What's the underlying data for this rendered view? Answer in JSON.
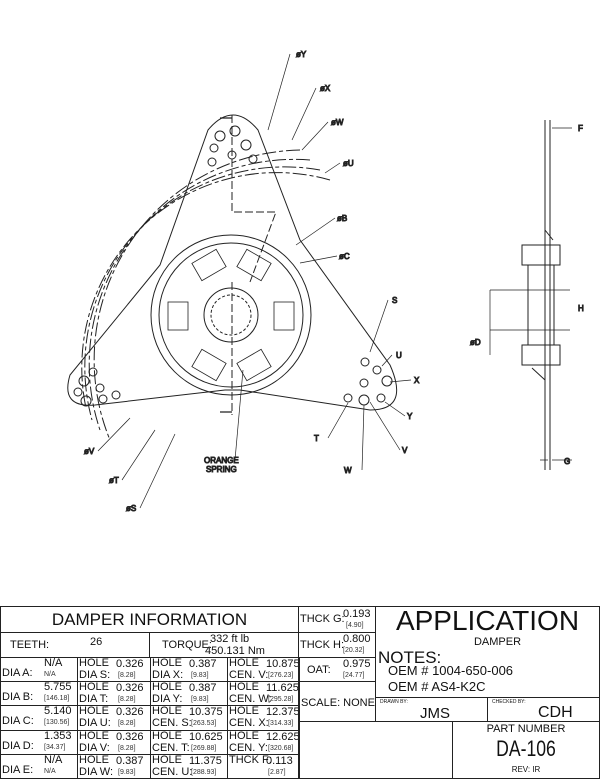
{
  "drawing": {
    "labels": {
      "dia_y": "øY",
      "dia_x": "øX",
      "dia_w": "øW",
      "dia_u": "øU",
      "dia_b": "øB",
      "dia_c": "øC",
      "s": "S",
      "u": "U",
      "x": "X",
      "y": "Y",
      "v": "V",
      "w": "W",
      "t": "T",
      "dia_v": "øV",
      "dia_t": "øT",
      "dia_s": "øS",
      "spring_line1": "ORANGE",
      "spring_line2": "SPRING",
      "f": "F",
      "h": "H",
      "dia_d": "øD",
      "g": "G"
    }
  },
  "damper_info": {
    "title": "DAMPER INFORMATION",
    "teeth_label": "TEETH:",
    "teeth_value": "26",
    "torque_label": "TORQUE:",
    "torque_ftlb": "332 ft lb",
    "torque_nm": "450.131 Nm",
    "rows": [
      {
        "c1l": "DIA A:",
        "c1v": "N/A",
        "c1m": "N/A",
        "c2a": "HOLE",
        "c2b": "DIA S:",
        "c2v": "0.326",
        "c2m": "[8.28]",
        "c3a": "HOLE",
        "c3b": "DIA X:",
        "c3v": "0.387",
        "c3m": "[9.83]",
        "c4a": "HOLE",
        "c4b": "CEN. V:",
        "c4v": "10.875",
        "c4m": "[276.23]"
      },
      {
        "c1l": "DIA B:",
        "c1v": "5.755",
        "c1m": "[146.18]",
        "c2a": "HOLE",
        "c2b": "DIA T:",
        "c2v": "0.326",
        "c2m": "[8.28]",
        "c3a": "HOLE",
        "c3b": "DIA Y:",
        "c3v": "0.387",
        "c3m": "[9.83]",
        "c4a": "HOLE",
        "c4b": "CEN. W:",
        "c4v": "11.625",
        "c4m": "[295.28]"
      },
      {
        "c1l": "DIA C:",
        "c1v": "5.140",
        "c1m": "[130.56]",
        "c2a": "HOLE",
        "c2b": "DIA U:",
        "c2v": "0.326",
        "c2m": "[8.28]",
        "c3a": "HOLE",
        "c3b": "CEN. S:",
        "c3v": "10.375",
        "c3m": "[263.53]",
        "c4a": "HOLE",
        "c4b": "CEN. X:",
        "c4v": "12.375",
        "c4m": "[314.33]"
      },
      {
        "c1l": "DIA D:",
        "c1v": "1.353",
        "c1m": "[34.37]",
        "c2a": "HOLE",
        "c2b": "DIA V:",
        "c2v": "0.326",
        "c2m": "[8.28]",
        "c3a": "HOLE",
        "c3b": "CEN. T:",
        "c3v": "10.625",
        "c3m": "[269.88]",
        "c4a": "HOLE",
        "c4b": "CEN. Y:",
        "c4v": "12.625",
        "c4m": "[320.68]"
      },
      {
        "c1l": "DIA E:",
        "c1v": "N/A",
        "c1m": "N/A",
        "c2a": "HOLE",
        "c2b": "DIA W:",
        "c2v": "0.387",
        "c2m": "[9.83]",
        "c3a": "HOLE",
        "c3b": "CEN. U:",
        "c3v": "11.375",
        "c3m": "[288.93]",
        "c4a": "THCK F:",
        "c4b": "",
        "c4v": "0.113",
        "c4m": "[2.87]"
      }
    ],
    "thck_g_label": "THCK G:",
    "thck_g": "0.193",
    "thck_g_mm": "[4.90]",
    "thck_h_label": "THCK H:",
    "thck_h": "0.800",
    "thck_h_mm": "[20.32]",
    "oat_label": "OAT:",
    "oat": "0.975",
    "oat_mm": "[24.77]",
    "scale": "SCALE: NONE"
  },
  "title_block": {
    "application": "APPLICATION",
    "application_sub": "DAMPER",
    "notes_label": "NOTES:",
    "notes": [
      "OEM # 1004-650-006",
      "OEM # AS4-K2C"
    ],
    "drawn_by_label": "DRAWN BY:",
    "drawn_by": "JMS",
    "checked_by_label": "CHECKED BY:",
    "checked_by": "CDH",
    "part_number_label": "PART NUMBER",
    "part_number": "DA-106",
    "rev": "REV:  IR"
  }
}
